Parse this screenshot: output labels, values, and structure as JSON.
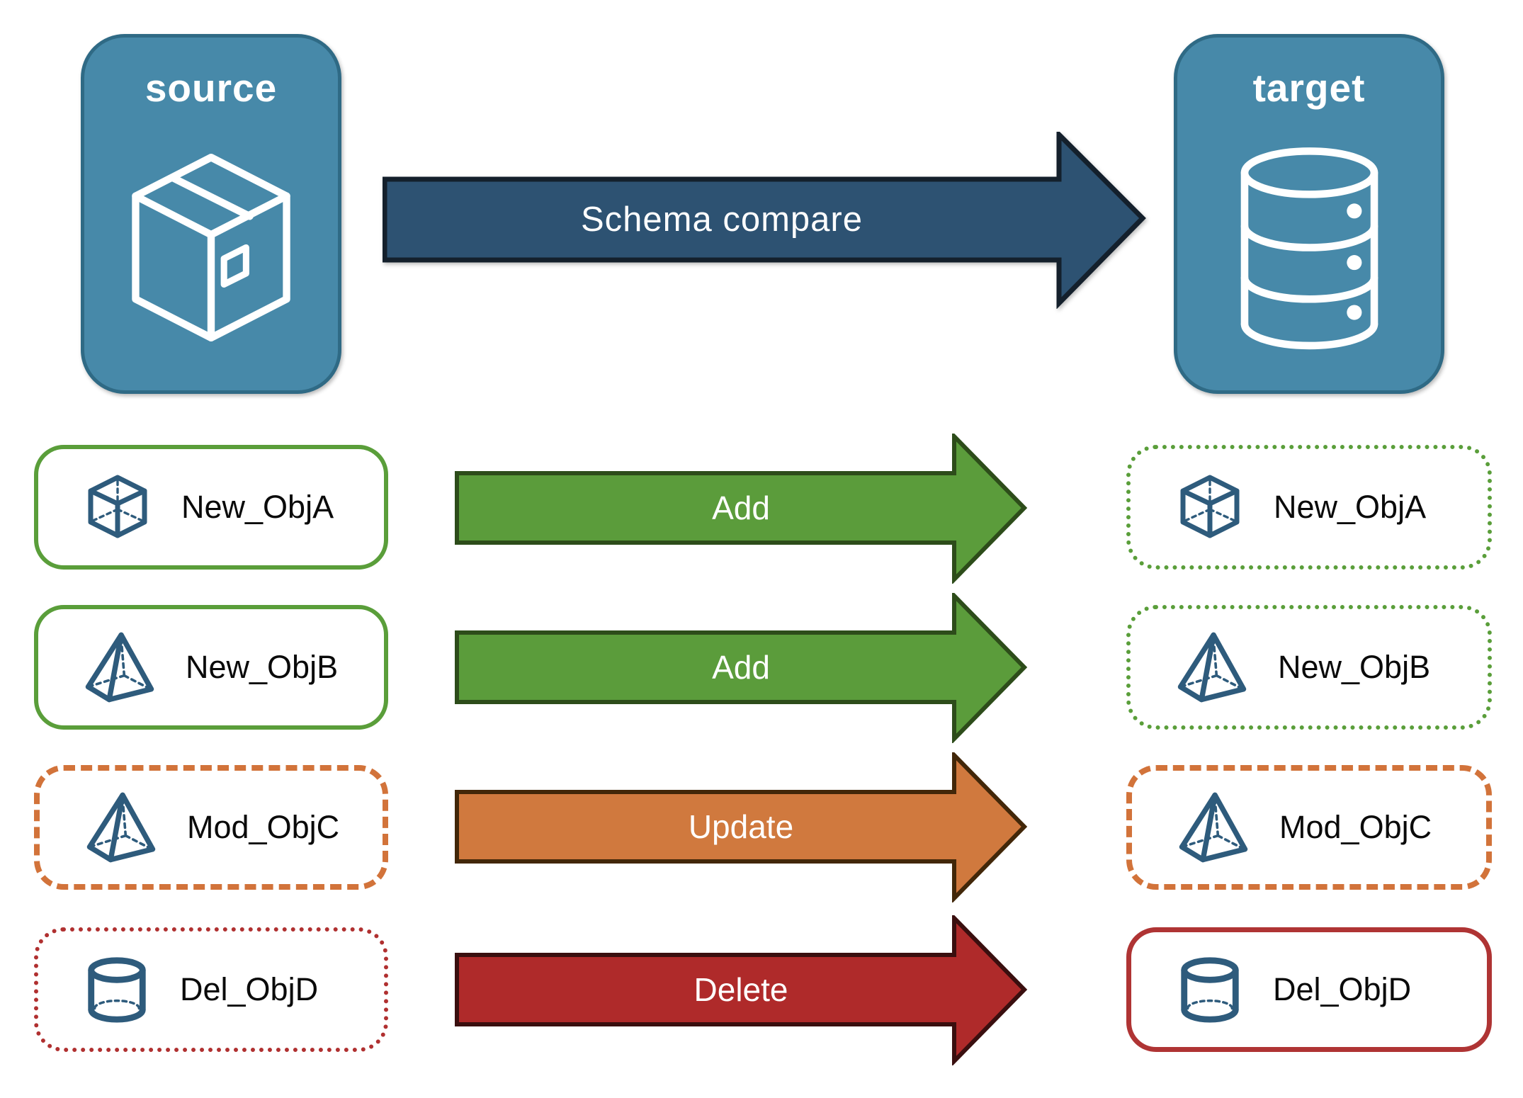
{
  "title": "Schema compare diagram",
  "source_node": {
    "title": "source",
    "icon": "package-icon"
  },
  "target_node": {
    "title": "target",
    "icon": "database-icon"
  },
  "compare_arrow": {
    "label": "Schema compare"
  },
  "rows": [
    {
      "icon": "cube-icon",
      "source_label": "New_ObjA",
      "action": "Add",
      "target_label": "New_ObjA",
      "source_border": "green-solid",
      "target_border": "green-dotted",
      "arrow_color": "#5B9C3B"
    },
    {
      "icon": "pyramid-icon",
      "source_label": "New_ObjB",
      "action": "Add",
      "target_label": "New_ObjB",
      "source_border": "green-solid",
      "target_border": "green-dotted",
      "arrow_color": "#5B9C3B"
    },
    {
      "icon": "pyramid-icon",
      "source_label": "Mod_ObjC",
      "action": "Update",
      "target_label": "Mod_ObjC",
      "source_border": "orange-dashed",
      "target_border": "orange-dashed",
      "arrow_color": "#D0793E"
    },
    {
      "icon": "cylinder-icon",
      "source_label": "Del_ObjD",
      "action": "Delete",
      "target_label": "Del_ObjD",
      "source_border": "red-dotted",
      "target_border": "red-solid",
      "arrow_color": "#AF2A2A"
    }
  ],
  "colors": {
    "node_fill": "#4789A9",
    "node_border": "#2F6A85",
    "compare_arrow_fill": "#2D5272",
    "compare_arrow_stroke": "#14202C",
    "add_arrow_fill": "#5B9C3B",
    "add_arrow_stroke": "#2D4C1A",
    "update_arrow_fill": "#D0793E",
    "update_arrow_stroke": "#422709",
    "delete_arrow_fill": "#AF2A2A",
    "delete_arrow_stroke": "#3A0F0F",
    "green_border": "#5A9E3A",
    "orange_border": "#D2733A",
    "red_border": "#B03030",
    "object_icon_stroke": "#2E5B7C"
  }
}
